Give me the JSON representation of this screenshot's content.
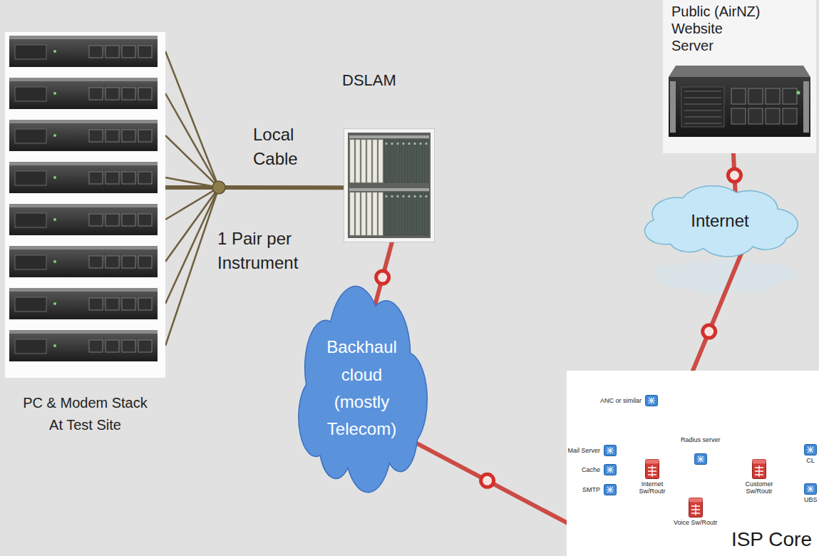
{
  "diagram": {
    "nodes": [
      {
        "text": [
          "PC & Modem Stack At Test Site"
        ]
      },
      {
        "text": [
          "DSLAM"
        ]
      },
      {
        "text": [
          "Backhaul cloud (mostly Telecom)"
        ]
      },
      {
        "text": [
          "ISP Core"
        ]
      },
      {
        "text": [
          "ANC or similar"
        ],
        "in": 3
      },
      {
        "text": [
          "Mail Server"
        ],
        "in": 3
      },
      {
        "text": [
          "Cache"
        ],
        "in": 3
      },
      {
        "text": [
          "SMTP"
        ],
        "in": 3
      },
      {
        "text": [
          "Internet Sw/Routr"
        ],
        "in": 3
      },
      {
        "text": [
          "Radius server"
        ],
        "in": 3
      },
      {
        "text": [
          "Customer Sw/Routr"
        ],
        "in": 3
      },
      {
        "text": [
          "CL"
        ],
        "in": 3
      },
      {
        "text": [
          "UBS"
        ],
        "in": 3
      },
      {
        "text": [
          "Voice Sw/Routr"
        ],
        "in": 3
      },
      {
        "text": [
          "Internet"
        ]
      },
      {
        "text": [
          "Public (AirNZ) Website Server"
        ]
      }
    ],
    "edges": [
      {
        "from": 0,
        "to": 1,
        "arrow": "none",
        "label": "Local Cable"
      },
      {
        "from": 1,
        "to": 2,
        "arrow": "none"
      },
      {
        "from": 2,
        "to": 3,
        "arrow": "none"
      },
      {
        "from": 3,
        "to": 14,
        "arrow": "none"
      },
      {
        "from": 14,
        "to": 15,
        "arrow": "none"
      },
      {
        "from": 4,
        "to": 8,
        "arrow": "none"
      }
    ],
    "labels": [
      "1 Pair per Instrument"
    ]
  }
}
